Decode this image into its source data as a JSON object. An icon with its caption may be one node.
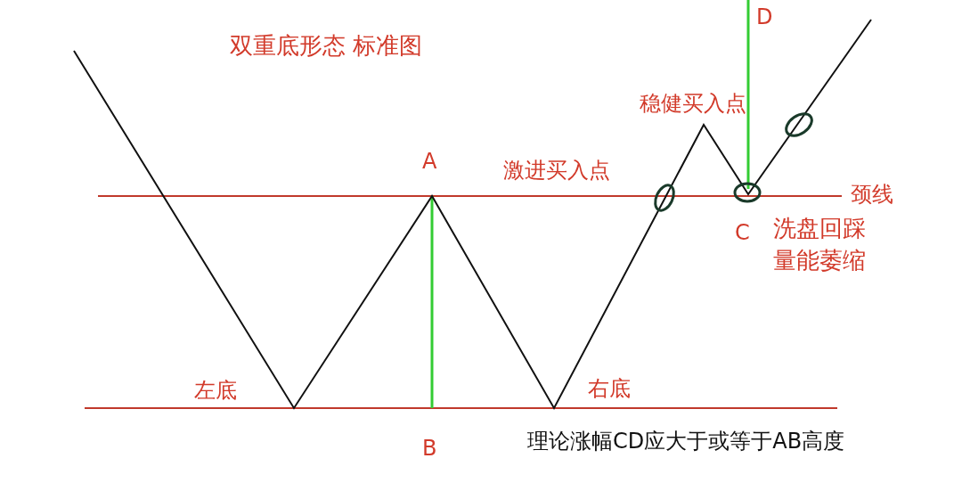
{
  "diagram": {
    "title": "双重底形态 标准图",
    "labels": [
      "D",
      "稳健买入点",
      "A",
      "激进买入点",
      "颈线",
      "C",
      "洗盘回踩量能萎缩",
      "左底",
      "右底",
      "B",
      "理论涨幅CD应大于或等于AB高度"
    ]
  }
}
